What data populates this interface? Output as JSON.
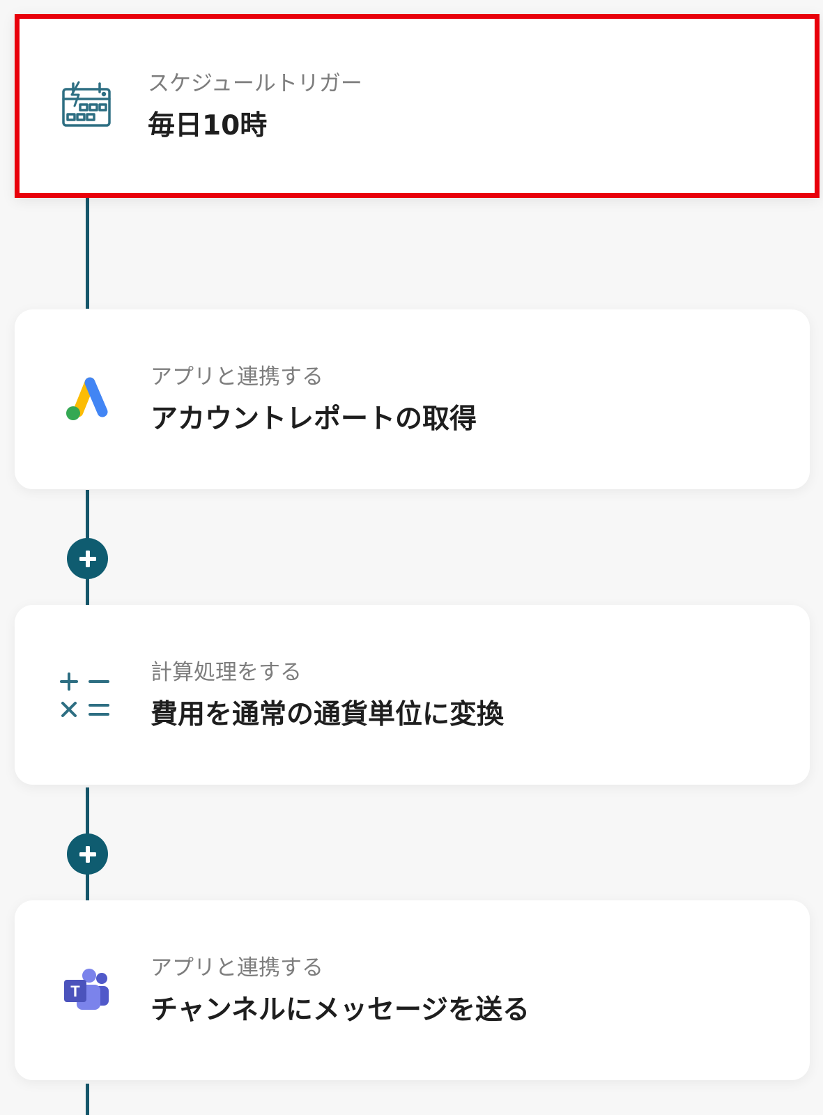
{
  "flow": {
    "steps": [
      {
        "subtitle": "スケジュールトリガー",
        "title": "毎日10時",
        "icon": "calendar-trigger-icon",
        "selected": true
      },
      {
        "subtitle": "アプリと連携する",
        "title": "アカウントレポートの取得",
        "icon": "google-ads-icon",
        "selected": false
      },
      {
        "subtitle": "計算処理をする",
        "title": "費用を通常の通貨単位に変換",
        "icon": "calculation-icon",
        "selected": false
      },
      {
        "subtitle": "アプリと連携する",
        "title": "チャンネルにメッセージを送る",
        "icon": "microsoft-teams-icon",
        "selected": false
      }
    ],
    "colors": {
      "connector": "#15566a",
      "add_button": "#0f5c70",
      "selection_border": "#e8000b",
      "background": "#f7f7f7"
    }
  }
}
